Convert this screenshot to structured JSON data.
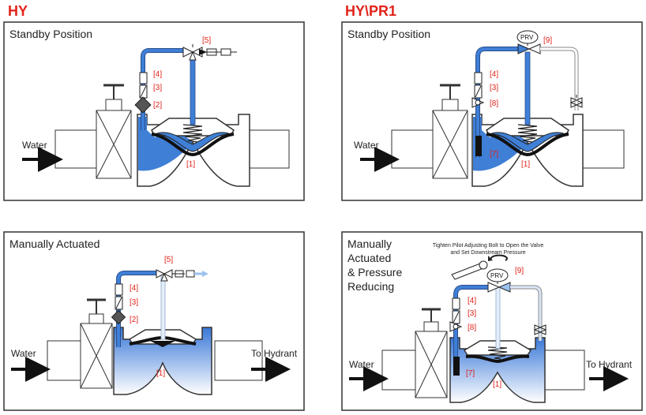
{
  "headings": {
    "left": "HY",
    "right": "HY\\PR1"
  },
  "colors": {
    "water": "#3f7fd6",
    "label_red": "#e2231a",
    "outline": "#3a3a3a",
    "pipe_light": "#9cc1ee"
  },
  "panels": {
    "top_left": {
      "title": "Standby Position",
      "inlet_label": "Water",
      "callouts": [
        "[5]",
        "[4]",
        "[3]",
        "[2]",
        "[1]"
      ]
    },
    "top_right": {
      "title": "Standby Position",
      "inlet_label": "Water",
      "callouts": [
        "[9]",
        "[4]",
        "[3]",
        "[8]",
        "[7]",
        "[1]"
      ],
      "prv_label": "PRV"
    },
    "bottom_left": {
      "title": "Manually Actuated",
      "inlet_label": "Water",
      "outlet_label": "To Hydrant",
      "callouts": [
        "[5]",
        "[4]",
        "[3]",
        "[2]",
        "[1]"
      ]
    },
    "bottom_right": {
      "title_lines": [
        "Manually",
        "Actuated",
        "& Pressure",
        "Reducing"
      ],
      "instruction_lines": [
        "Tighten Pilot Adjusting Bolt to Open the Valve",
        "and Set Downstream Pressure"
      ],
      "inlet_label": "Water",
      "outlet_label": "To Hydrant",
      "callouts": [
        "[9]",
        "[4]",
        "[3]",
        "[8]",
        "[7]",
        "[1]"
      ],
      "prv_label": "PRV"
    }
  }
}
